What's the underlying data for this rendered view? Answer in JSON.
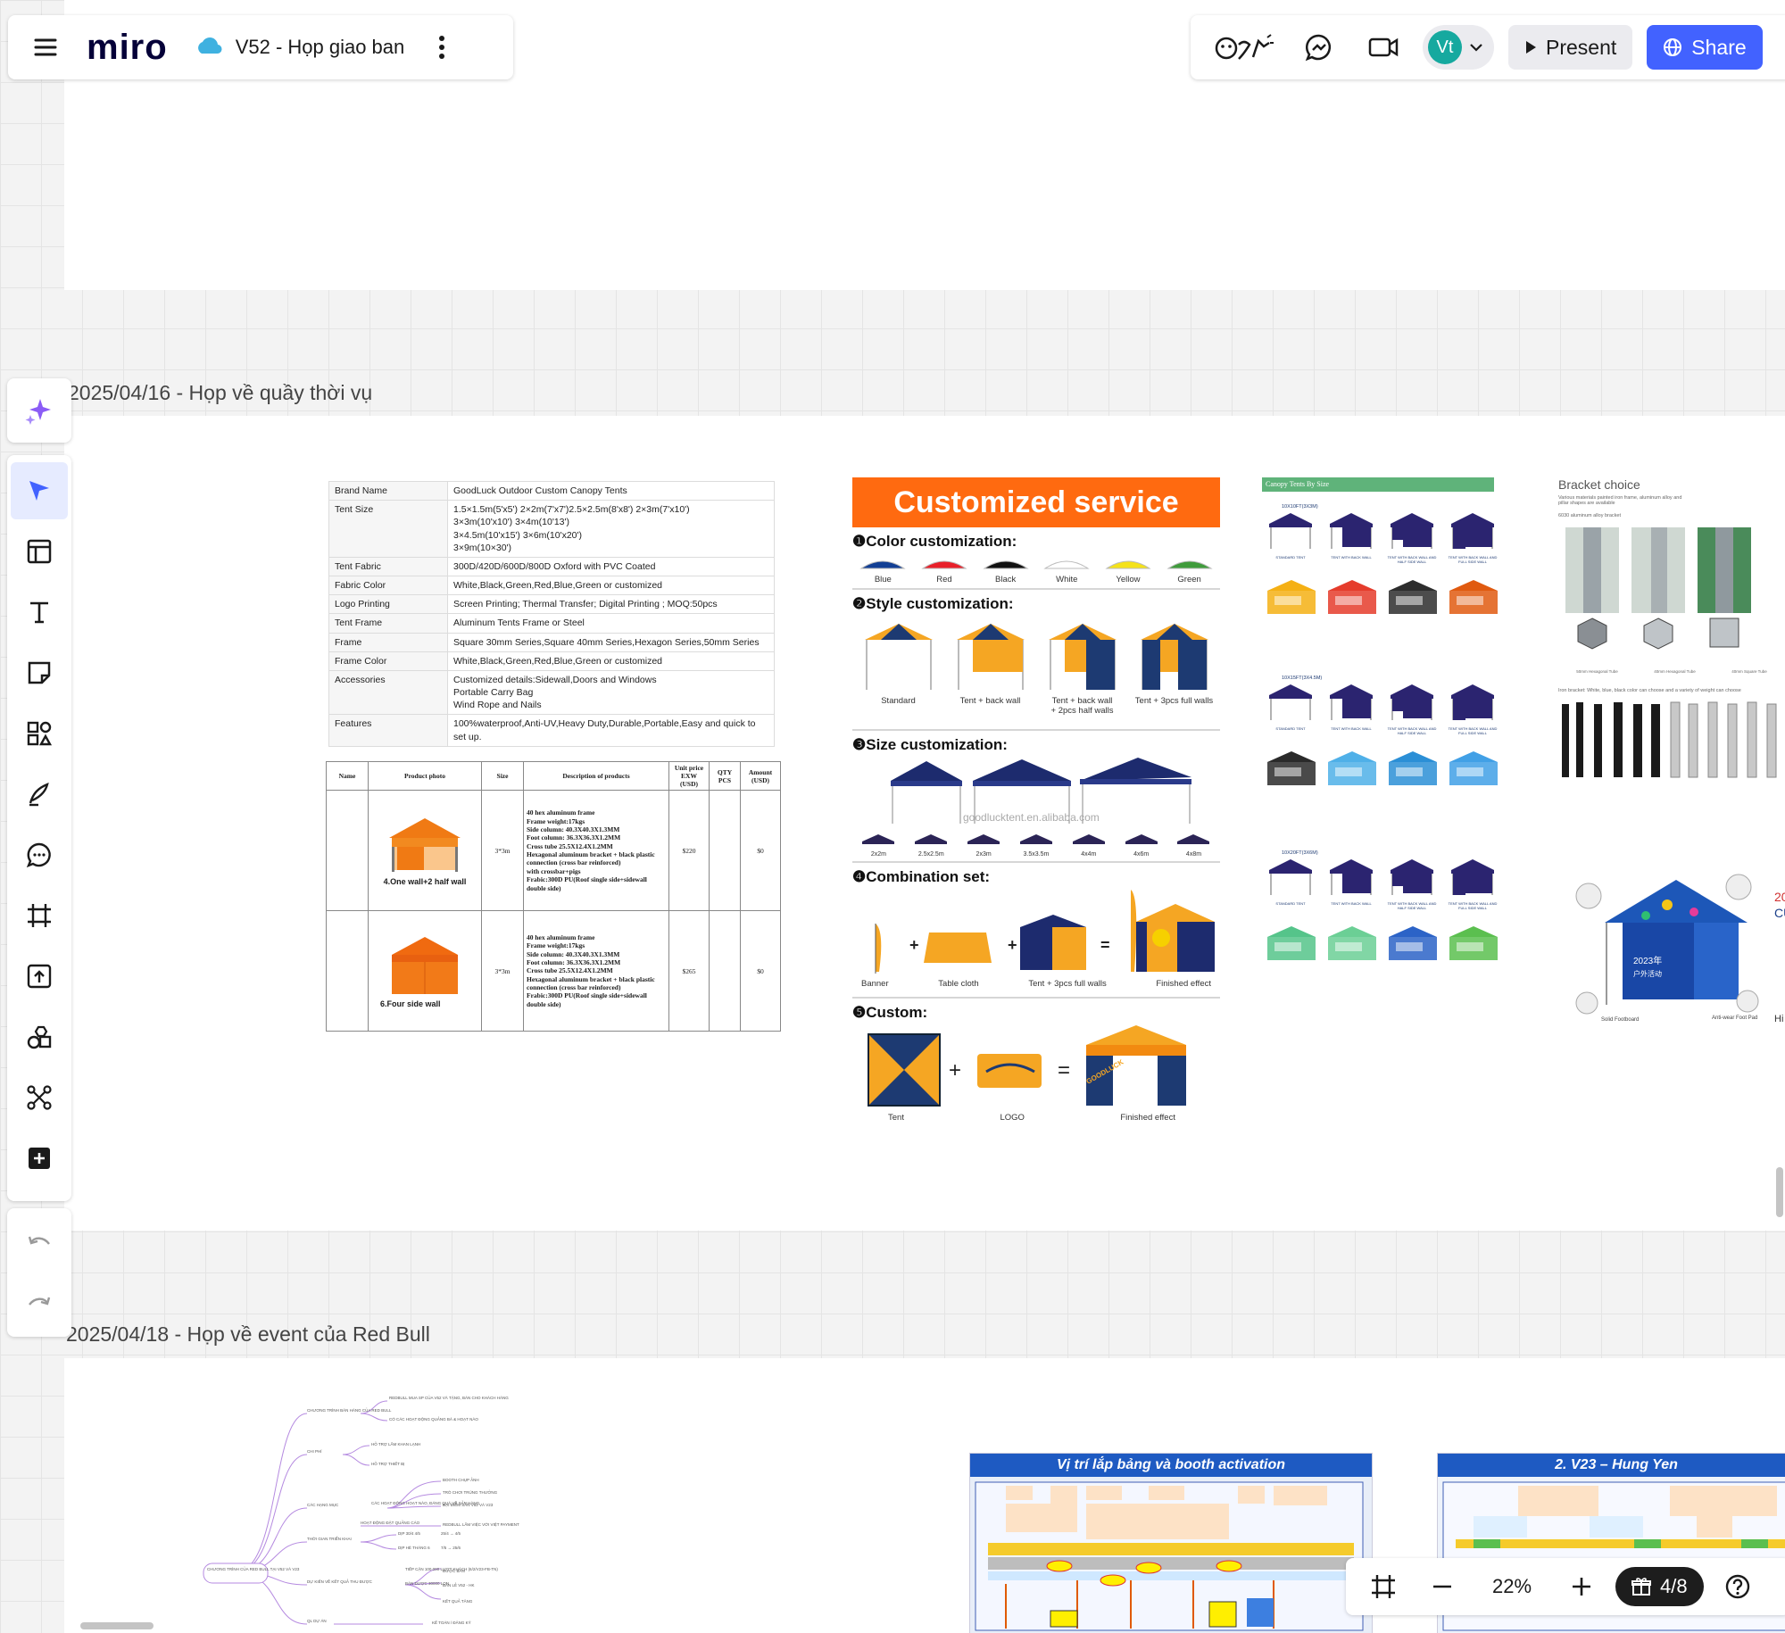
{
  "app": {
    "logo": "miro",
    "board_title": "V52 - Họp giao ban"
  },
  "header": {
    "present_label": "Present",
    "share_label": "Share",
    "avatar_initials": "Vt"
  },
  "frames": {
    "frame1_title": "2025/04/16 - Họp về quầy thời vụ",
    "frame2_title": "2025/04/18 - Họp về event của Red Bull"
  },
  "spec_table": [
    {
      "key": "Brand Name",
      "value": "GoodLuck Outdoor Custom Canopy Tents"
    },
    {
      "key": "Tent Size",
      "value": "1.5×1.5m(5'x5') 2×2m(7'x7')2.5×2.5m(8'x8') 2×3m(7'x10')\n3×3m(10'x10') 3×4m(10'13')\n3×4.5m(10'x15') 3×6m(10'x20')\n3×9m(10×30')"
    },
    {
      "key": "Tent Fabric",
      "value": "300D/420D/600D/800D Oxford with PVC Coated"
    },
    {
      "key": "Fabric Color",
      "value": "White,Black,Green,Red,Blue,Green or customized"
    },
    {
      "key": "Logo Printing",
      "value": "Screen Printing; Thermal Transfer; Digital Printing ; MOQ:50pcs"
    },
    {
      "key": "Tent Frame",
      "value": "Aluminum Tents Frame or Steel"
    },
    {
      "key": "Frame",
      "value": "Square 30mm Series,Square 40mm Series,Hexagon Series,50mm Series"
    },
    {
      "key": "Frame Color",
      "value": "White,Black,Green,Red,Blue,Green or customized"
    },
    {
      "key": "Accessories",
      "value": "Customized details:Sidewall,Doors and Windows\nPortable Carry Bag\nWind Rope and Nails"
    },
    {
      "key": "Features",
      "value": "100%waterproof,Anti-UV,Heavy Duty,Durable,Portable,Easy and quick to set up."
    }
  ],
  "product_table": {
    "headers": [
      "Name",
      "Product photo",
      "Size",
      "Description of products",
      "Unit price EXW (USD)",
      "QTY PCS",
      "Amount (USD)"
    ],
    "rows": [
      {
        "photo_label": "4.One wall+2 half wall",
        "size": "3*3m",
        "desc": "40 hex aluminum frame\nFrame weight:17kgs\nSide column: 40.3X40.3X1.3MM\nFoot column: 36.3X36.3X1.2MM\nCross tube 25.5X12.4X1.2MM\nHexagonal aluminum bracket + black plastic connection (cross bar reinforced)\nwith crossbar+pigs\nFrabic:300D PU(Roof single side+sidewall double side)",
        "price": "$220",
        "qty": "",
        "amount": "$0"
      },
      {
        "photo_label": "6.Four side wall",
        "size": "3*3m",
        "desc": "40 hex aluminum frame\nFrame weight:17kgs\nSide column: 40.3X40.3X1.3MM\nFoot column: 36.3X36.3X1.2MM\nCross tube 25.5X12.4X1.2MM\nHexagonal aluminum bracket + black plastic connection (cross bar reinforced)\nFrabic:300D PU(Roof single side+sidewall double side)",
        "price": "$265",
        "qty": "",
        "amount": "$0"
      }
    ]
  },
  "customized_service": {
    "title": "Customized service",
    "color_section": "Color customization:",
    "colors": [
      {
        "name": "Blue",
        "hex": "#123f94"
      },
      {
        "name": "Red",
        "hex": "#e8202a"
      },
      {
        "name": "Black",
        "hex": "#111111"
      },
      {
        "name": "White",
        "hex": "#ffffff"
      },
      {
        "name": "Yellow",
        "hex": "#f4e21a"
      },
      {
        "name": "Green",
        "hex": "#3f9b3b"
      }
    ],
    "style_section": "Style customization:",
    "styles": [
      "Standard",
      "Tent + back wall",
      "Tent + back wall\n+ 2pcs half walls",
      "Tent + 3pcs full walls"
    ],
    "size_section": "Size customization:",
    "watermark": "goodlucktent.en.alibaba.com",
    "sizes": [
      "2x2m",
      "2.5x2.5m",
      "2x3m",
      "3.5x3.5m",
      "4x4m",
      "4x6m",
      "4x8m"
    ],
    "combo_section": "Combination set:",
    "combo": [
      "Banner",
      "Table cloth",
      "Tent + 3pcs full walls",
      "Finished effect"
    ],
    "custom_section": "Custom:",
    "custom": [
      "Tent",
      "LOGO",
      "Finished effect"
    ],
    "tent_logo": "GOODLUCK"
  },
  "canopy_by_size": {
    "title": "Canopy Tents By Size",
    "sizes": [
      "10X10FT(3X3M)",
      "10X15FT(3X4.5M)",
      "10X20FT(3X6M)"
    ],
    "labels": [
      "STANDARD TENT",
      "TENT WITH BACK WALL",
      "TENT WITH BACK WALL AND HALF SIDE WALL",
      "TENT WITH BACK WALL AND FULL SIDE WALL"
    ]
  },
  "bracket": {
    "title": "Bracket choice",
    "subtitle": "Various materials painted iron frame, aluminum alloy and pillar shapes are available",
    "alloy_label": "6030 aluminum alloy bracket",
    "tube_labels": [
      "50mm Hexagonal Tube",
      "40mm Hexagonal Tube",
      "40mm Square Tube"
    ],
    "iron_label": "Iron bracket: White, blue, black color can choose and a variety of weight can choose",
    "promo_year": "2023年",
    "promo_text": "户外活动",
    "callouts": [
      "Solid Footboard",
      "Anti-wear Foot Pad"
    ],
    "side_text": [
      "20",
      "CU",
      "Hi"
    ]
  },
  "mindmap": {
    "center": "CHƯƠNG TRÌNH CỦA RED BULL TẠI V52 VÀ V23",
    "branches": [
      "CHƯƠNG TRÌNH BÁN HÀNG CỦA RED BULL",
      "CHI PHÍ",
      "CÁC HẠNG MỤC",
      "THỜI GIAN TRIỂN KHAI",
      "DỰ KIẾN VỀ KẾT QUẢ THU ĐƯỢC",
      "QL DỰ ÁN"
    ],
    "leaves": [
      "REDBULL MUA SP CỦA V52 VÀ TẶNG, BÁN CHO KHÁCH HÀNG",
      "CÓ CÁC HOẠT ĐỘNG QUẢNG BÁ & HOẠT NÀO",
      "HỖ TRỢ LẮM KHAN LẠNH",
      "HỖ TRỢ THIẾT BỊ",
      "CÁC HOẠT ĐỘNG HOẠT NÀO, ĐÁNG QUÁ VỀ SẢN HÀNG",
      "BOOTH CHỤP ẢNH",
      "TRÒ CHƠI TRÚNG THƯỞNG",
      "ĐẠI ĐIỂM SẢN V52 VÀ V23",
      "HOẠT ĐỘNG ĐẶT QUẢNG CÁO",
      "REDBULL LẮM VIỆC VỚI VIỆT PAYMENT",
      "DỊP 30/4 4/5",
      "25/4 → 4/5",
      "DỊP HÈ THÁNG 6",
      "7/5 → 25/6",
      "TIẾP CẬN 100.000 LƯỢT KHÁCH (6/2/V23-FB-TN)",
      "BÁN ĐƯỢC 30000 LON",
      "ĐƯỢC BÁN",
      "BÁN LẺ V52 - HK",
      "KẾ TOÁN / ĐĂNG KÝ",
      "KẾT QUẢ TĂNG"
    ]
  },
  "booth_map": {
    "title": "Vị trí lắp bảng và booth activation"
  },
  "hungyen_map": {
    "title": "2. V23 – Hung Yen"
  },
  "footer": {
    "zoom": "22%",
    "page_indicator": "4/8"
  }
}
